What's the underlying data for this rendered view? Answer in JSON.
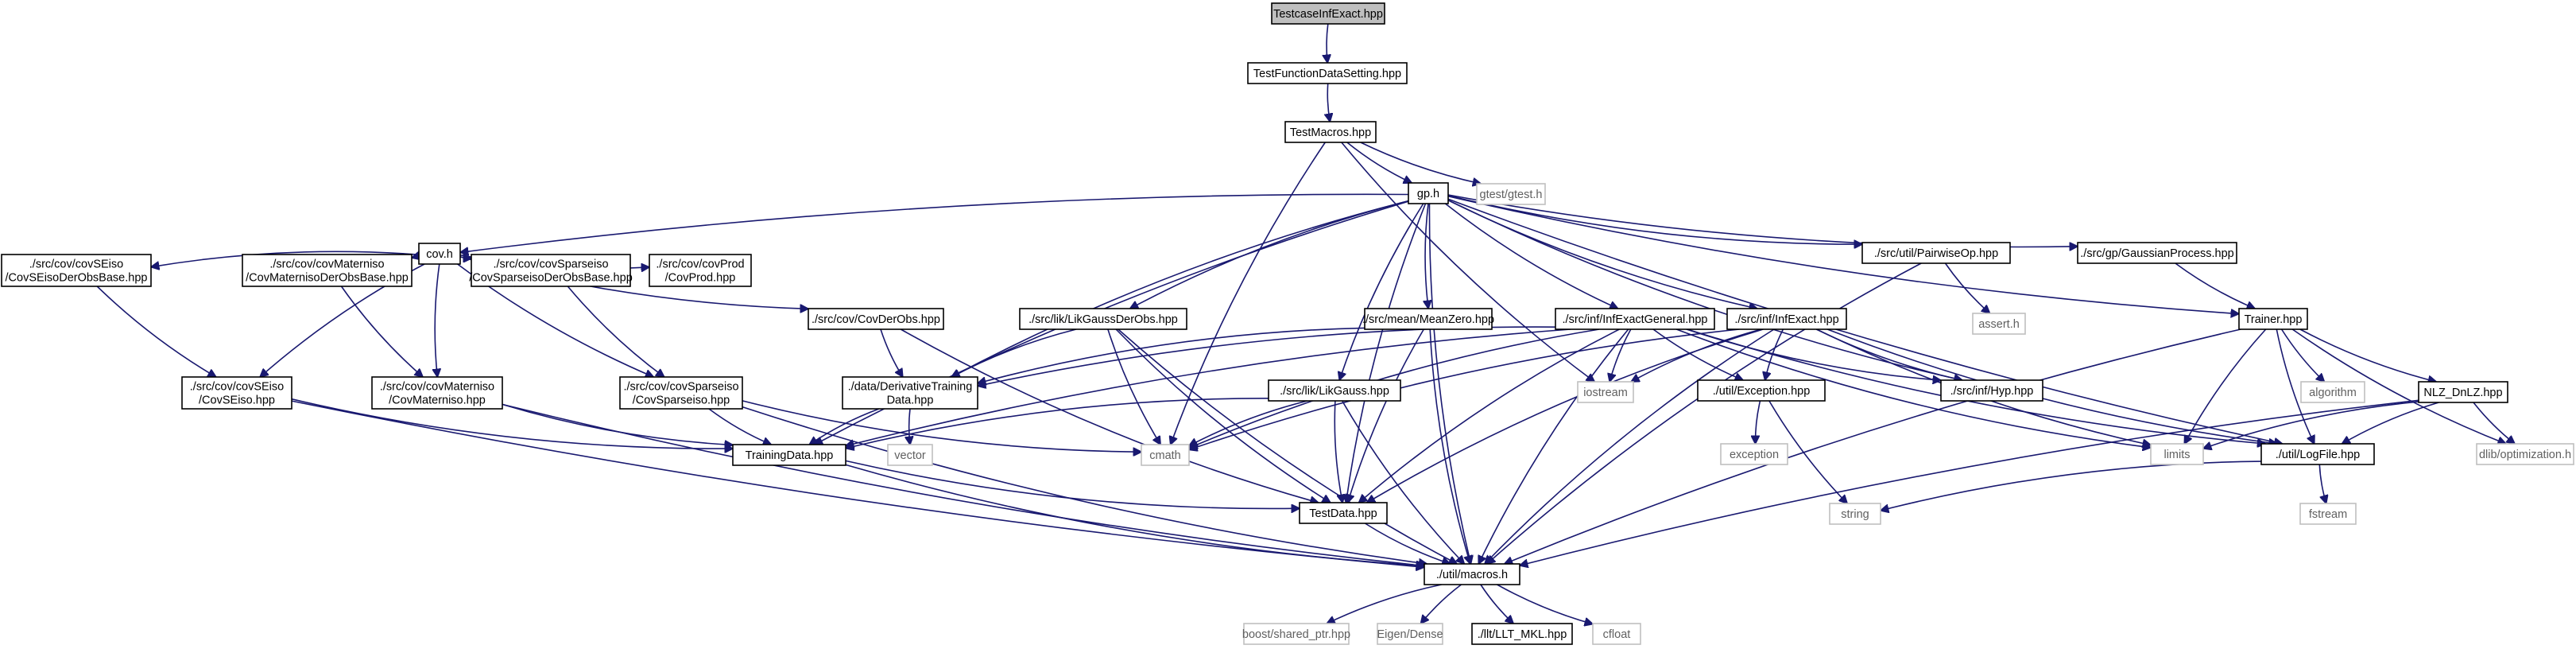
{
  "diagram": {
    "nodes": [
      {
        "id": "root",
        "lines": [
          "TestcaseInfExact.hpp"
        ],
        "kind": "root"
      },
      {
        "id": "tfds",
        "lines": [
          "TestFunctionDataSetting.hpp"
        ],
        "kind": "doc"
      },
      {
        "id": "tmac",
        "lines": [
          "TestMacros.hpp"
        ],
        "kind": "doc"
      },
      {
        "id": "gph",
        "lines": [
          "gp.h"
        ],
        "kind": "doc"
      },
      {
        "id": "gtest",
        "lines": [
          "gtest/gtest.h"
        ],
        "kind": "ext"
      },
      {
        "id": "covh",
        "lines": [
          "cov.h"
        ],
        "kind": "doc"
      },
      {
        "id": "sedobase",
        "lines": [
          "./src/cov/covSEiso",
          "/CovSEisoDerObsBase.hpp"
        ],
        "kind": "doc"
      },
      {
        "id": "matdobase",
        "lines": [
          "./src/cov/covMaterniso",
          "/CovMaternisoDerObsBase.hpp"
        ],
        "kind": "doc"
      },
      {
        "id": "spdobase",
        "lines": [
          "./src/cov/covSparseiso",
          "/CovSparseisoDerObsBase.hpp"
        ],
        "kind": "doc"
      },
      {
        "id": "covprod",
        "lines": [
          "./src/cov/covProd",
          "/CovProd.hpp"
        ],
        "kind": "doc"
      },
      {
        "id": "covderobs",
        "lines": [
          "./src/cov/CovDerObs.hpp"
        ],
        "kind": "doc"
      },
      {
        "id": "likgaussderobs",
        "lines": [
          "./src/lik/LikGaussDerObs.hpp"
        ],
        "kind": "doc"
      },
      {
        "id": "meanzero",
        "lines": [
          "./src/mean/MeanZero.hpp"
        ],
        "kind": "doc"
      },
      {
        "id": "infgen",
        "lines": [
          "./src/inf/InfExactGeneral.hpp"
        ],
        "kind": "doc"
      },
      {
        "id": "infexact",
        "lines": [
          "./src/inf/InfExact.hpp"
        ],
        "kind": "doc"
      },
      {
        "id": "pairwise",
        "lines": [
          "./src/util/PairwiseOp.hpp"
        ],
        "kind": "doc"
      },
      {
        "id": "gpproc",
        "lines": [
          "./src/gp/GaussianProcess.hpp"
        ],
        "kind": "doc"
      },
      {
        "id": "seiso",
        "lines": [
          "./src/cov/covSEiso",
          "/CovSEiso.hpp"
        ],
        "kind": "doc"
      },
      {
        "id": "materniso",
        "lines": [
          "./src/cov/covMaterniso",
          "/CovMaterniso.hpp"
        ],
        "kind": "doc"
      },
      {
        "id": "sparseiso",
        "lines": [
          "./src/cov/covSparseiso",
          "/CovSparseiso.hpp"
        ],
        "kind": "doc"
      },
      {
        "id": "derivtd",
        "lines": [
          "./data/DerivativeTraining",
          "Data.hpp"
        ],
        "kind": "doc"
      },
      {
        "id": "likgauss",
        "lines": [
          "./src/lik/LikGauss.hpp"
        ],
        "kind": "doc"
      },
      {
        "id": "iostream",
        "lines": [
          "iostream"
        ],
        "kind": "ext"
      },
      {
        "id": "exception",
        "lines": [
          "./util/Exception.hpp"
        ],
        "kind": "doc"
      },
      {
        "id": "hyp",
        "lines": [
          "./src/inf/Hyp.hpp"
        ],
        "kind": "doc"
      },
      {
        "id": "asserth",
        "lines": [
          "assert.h"
        ],
        "kind": "ext"
      },
      {
        "id": "trainer",
        "lines": [
          "Trainer.hpp"
        ],
        "kind": "doc"
      },
      {
        "id": "algorithm",
        "lines": [
          "algorithm"
        ],
        "kind": "ext"
      },
      {
        "id": "nlz",
        "lines": [
          "NLZ_DnLZ.hpp"
        ],
        "kind": "doc"
      },
      {
        "id": "trainingdata",
        "lines": [
          "TrainingData.hpp"
        ],
        "kind": "doc"
      },
      {
        "id": "vector",
        "lines": [
          "vector"
        ],
        "kind": "ext"
      },
      {
        "id": "cmath",
        "lines": [
          "cmath"
        ],
        "kind": "ext"
      },
      {
        "id": "stdexc",
        "lines": [
          "exception"
        ],
        "kind": "ext"
      },
      {
        "id": "limits",
        "lines": [
          "limits"
        ],
        "kind": "ext"
      },
      {
        "id": "logfile",
        "lines": [
          "./util/LogFile.hpp"
        ],
        "kind": "doc"
      },
      {
        "id": "dlib",
        "lines": [
          "dlib/optimization.h"
        ],
        "kind": "ext"
      },
      {
        "id": "testdata",
        "lines": [
          "TestData.hpp"
        ],
        "kind": "doc"
      },
      {
        "id": "string",
        "lines": [
          "string"
        ],
        "kind": "ext"
      },
      {
        "id": "fstream",
        "lines": [
          "fstream"
        ],
        "kind": "ext"
      },
      {
        "id": "macros",
        "lines": [
          "./util/macros.h"
        ],
        "kind": "doc"
      },
      {
        "id": "boostsp",
        "lines": [
          "boost/shared_ptr.hpp"
        ],
        "kind": "ext"
      },
      {
        "id": "eigen",
        "lines": [
          "Eigen/Dense"
        ],
        "kind": "ext"
      },
      {
        "id": "lltmkl",
        "lines": [
          "./llt/LLT_MKL.hpp"
        ],
        "kind": "doc"
      },
      {
        "id": "cfloat",
        "lines": [
          "cfloat"
        ],
        "kind": "ext"
      }
    ],
    "edges": [
      [
        "root",
        "tfds"
      ],
      [
        "tfds",
        "tmac"
      ],
      [
        "tmac",
        "gph"
      ],
      [
        "tmac",
        "gtest"
      ],
      [
        "tmac",
        "cmath"
      ],
      [
        "tmac",
        "iostream"
      ],
      [
        "gph",
        "covh"
      ],
      [
        "gph",
        "likgaussderobs"
      ],
      [
        "gph",
        "meanzero"
      ],
      [
        "gph",
        "infgen"
      ],
      [
        "gph",
        "infexact"
      ],
      [
        "gph",
        "pairwise"
      ],
      [
        "gph",
        "gpproc"
      ],
      [
        "gph",
        "trainer"
      ],
      [
        "gph",
        "likgauss"
      ],
      [
        "gph",
        "trainingdata"
      ],
      [
        "gph",
        "derivtd"
      ],
      [
        "gph",
        "testdata"
      ],
      [
        "gph",
        "hyp"
      ],
      [
        "gph",
        "logfile"
      ],
      [
        "gph",
        "macros"
      ],
      [
        "covh",
        "sedobase"
      ],
      [
        "covh",
        "matdobase"
      ],
      [
        "covh",
        "spdobase"
      ],
      [
        "covh",
        "covprod"
      ],
      [
        "covh",
        "covderobs"
      ],
      [
        "covh",
        "seiso"
      ],
      [
        "covh",
        "materniso"
      ],
      [
        "covh",
        "sparseiso"
      ],
      [
        "sedobase",
        "seiso"
      ],
      [
        "matdobase",
        "materniso"
      ],
      [
        "spdobase",
        "sparseiso"
      ],
      [
        "seiso",
        "trainingdata"
      ],
      [
        "seiso",
        "macros"
      ],
      [
        "materniso",
        "trainingdata"
      ],
      [
        "materniso",
        "macros"
      ],
      [
        "sparseiso",
        "trainingdata"
      ],
      [
        "sparseiso",
        "macros"
      ],
      [
        "sparseiso",
        "cmath"
      ],
      [
        "covderobs",
        "derivtd"
      ],
      [
        "covderobs",
        "testdata"
      ],
      [
        "likgaussderobs",
        "derivtd"
      ],
      [
        "likgaussderobs",
        "cmath"
      ],
      [
        "likgaussderobs",
        "testdata"
      ],
      [
        "likgaussderobs",
        "macros"
      ],
      [
        "meanzero",
        "derivtd"
      ],
      [
        "meanzero",
        "testdata"
      ],
      [
        "meanzero",
        "macros"
      ],
      [
        "infgen",
        "derivtd"
      ],
      [
        "infgen",
        "trainingdata"
      ],
      [
        "infgen",
        "iostream"
      ],
      [
        "infgen",
        "exception"
      ],
      [
        "infgen",
        "hyp"
      ],
      [
        "infgen",
        "logfile"
      ],
      [
        "infgen",
        "limits"
      ],
      [
        "infgen",
        "cmath"
      ],
      [
        "infgen",
        "testdata"
      ],
      [
        "infgen",
        "macros"
      ],
      [
        "infexact",
        "iostream"
      ],
      [
        "infexact",
        "exception"
      ],
      [
        "infexact",
        "hyp"
      ],
      [
        "infexact",
        "logfile"
      ],
      [
        "infexact",
        "limits"
      ],
      [
        "infexact",
        "cmath"
      ],
      [
        "infexact",
        "testdata"
      ],
      [
        "infexact",
        "macros"
      ],
      [
        "pairwise",
        "asserth"
      ],
      [
        "pairwise",
        "macros"
      ],
      [
        "gpproc",
        "trainer"
      ],
      [
        "trainer",
        "algorithm"
      ],
      [
        "trainer",
        "nlz"
      ],
      [
        "trainer",
        "limits"
      ],
      [
        "trainer",
        "logfile"
      ],
      [
        "trainer",
        "dlib"
      ],
      [
        "trainer",
        "macros"
      ],
      [
        "nlz",
        "limits"
      ],
      [
        "nlz",
        "logfile"
      ],
      [
        "nlz",
        "dlib"
      ],
      [
        "nlz",
        "macros"
      ],
      [
        "derivtd",
        "trainingdata"
      ],
      [
        "derivtd",
        "vector"
      ],
      [
        "likgauss",
        "trainingdata"
      ],
      [
        "likgauss",
        "cmath"
      ],
      [
        "likgauss",
        "testdata"
      ],
      [
        "likgauss",
        "macros"
      ],
      [
        "exception",
        "stdexc"
      ],
      [
        "exception",
        "string"
      ],
      [
        "logfile",
        "string"
      ],
      [
        "logfile",
        "fstream"
      ],
      [
        "trainingdata",
        "testdata"
      ],
      [
        "trainingdata",
        "macros"
      ],
      [
        "testdata",
        "macros"
      ],
      [
        "macros",
        "boostsp"
      ],
      [
        "macros",
        "eigen"
      ],
      [
        "macros",
        "lltmkl"
      ],
      [
        "macros",
        "cfloat"
      ]
    ]
  }
}
